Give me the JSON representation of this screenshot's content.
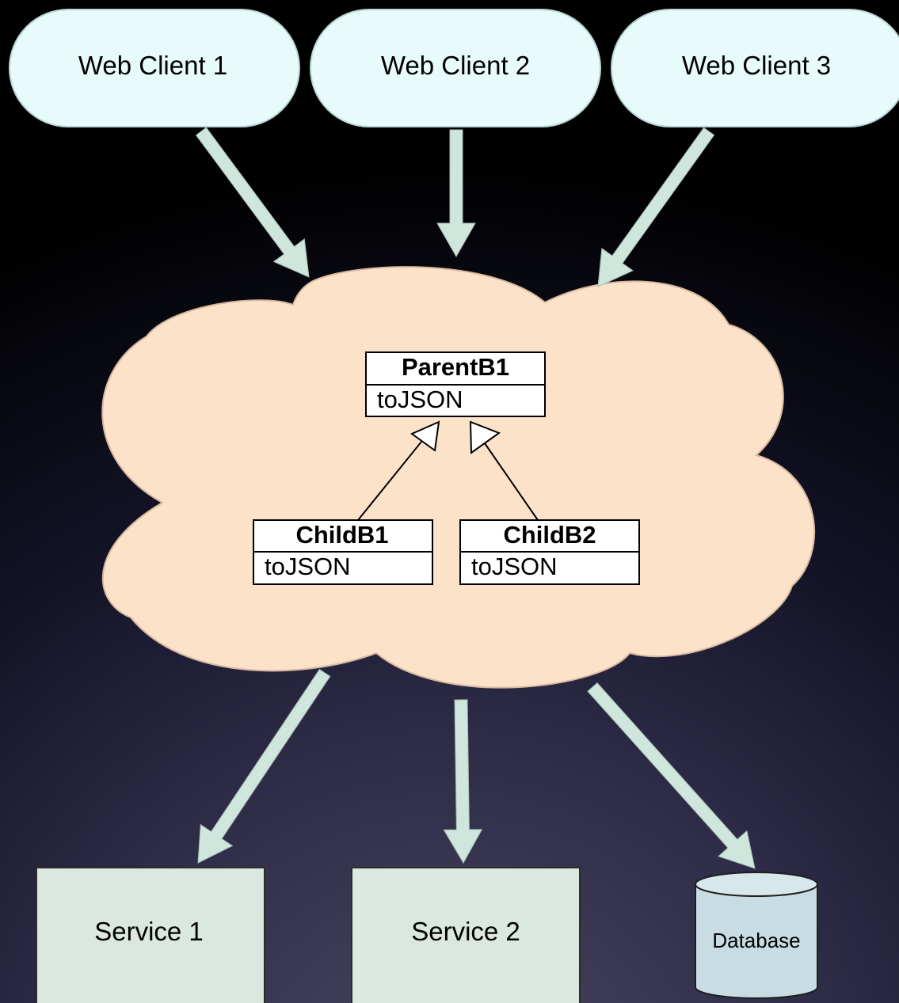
{
  "clients": [
    {
      "label": "Web Client 1"
    },
    {
      "label": "Web Client 2"
    },
    {
      "label": "Web Client 3"
    }
  ],
  "classes": {
    "parent": {
      "name": "ParentB1",
      "method": "toJSON"
    },
    "child1": {
      "name": "ChildB1",
      "method": "toJSON"
    },
    "child2": {
      "name": "ChildB2",
      "method": "toJSON"
    }
  },
  "backends": {
    "service1": "Service 1",
    "service2": "Service 2",
    "database": "Database"
  },
  "colors": {
    "client_fill": "#e6fbfa",
    "cloud_fill": "#fde2ca",
    "service_fill": "#dbe8df",
    "database_fill": "#c7dde3",
    "arrow_fill": "#cfe6dc"
  }
}
